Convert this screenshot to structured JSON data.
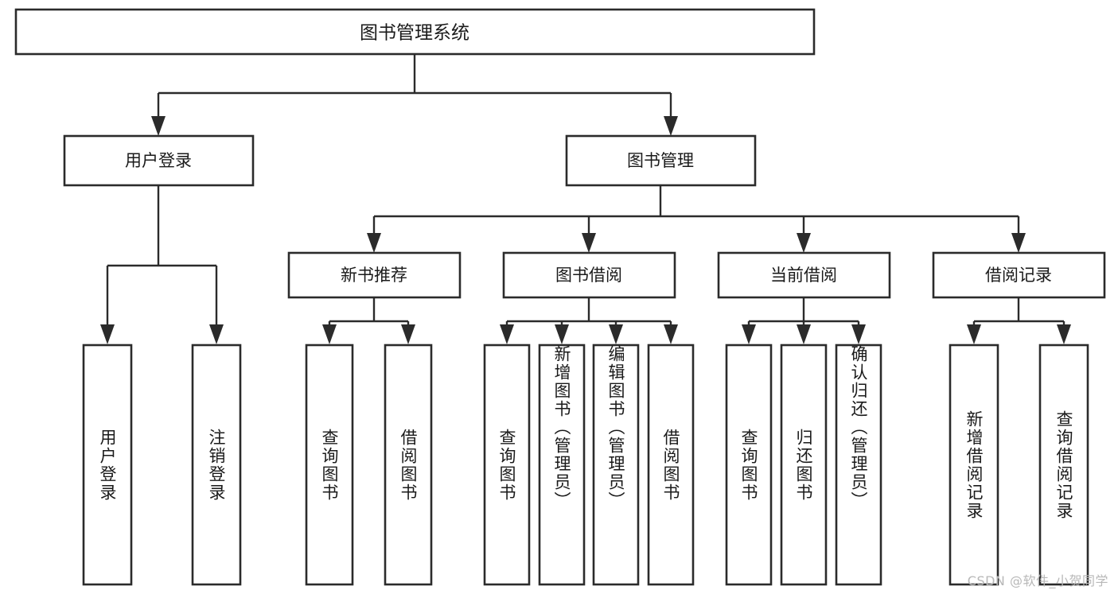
{
  "diagram": {
    "title": "图书管理系统",
    "type": "tree",
    "orientation": "top-down",
    "colors": {
      "box_stroke": "#2b2b2b",
      "box_fill": "#ffffff",
      "connector": "#2b2b2b",
      "text": "#1a1a1a",
      "background": "#ffffff",
      "watermark": "#b8b8b8"
    },
    "root": {
      "label": "图书管理系统",
      "level": 0
    },
    "level1": [
      {
        "label": "用户登录"
      },
      {
        "label": "图书管理"
      }
    ],
    "level2": [
      {
        "label": "新书推荐"
      },
      {
        "label": "图书借阅"
      },
      {
        "label": "当前借阅"
      },
      {
        "label": "借阅记录"
      }
    ],
    "leaves": {
      "user_login": [
        {
          "label": "用户登录"
        },
        {
          "label": "注销登录"
        }
      ],
      "new_book_recommend": [
        {
          "label": "查询图书"
        },
        {
          "label": "借阅图书"
        }
      ],
      "book_borrow": [
        {
          "label": "查询图书"
        },
        {
          "label": "新增图书（管理员）"
        },
        {
          "label": "编辑图书（管理员）"
        },
        {
          "label": "借阅图书"
        }
      ],
      "current_borrow": [
        {
          "label": "查询图书"
        },
        {
          "label": "归还图书"
        },
        {
          "label": "确认归还（管理员）"
        }
      ],
      "borrow_record": [
        {
          "label": "新增借阅记录"
        },
        {
          "label": "查询借阅记录"
        }
      ]
    },
    "watermark": "CSDN @软件_小贺同学"
  }
}
